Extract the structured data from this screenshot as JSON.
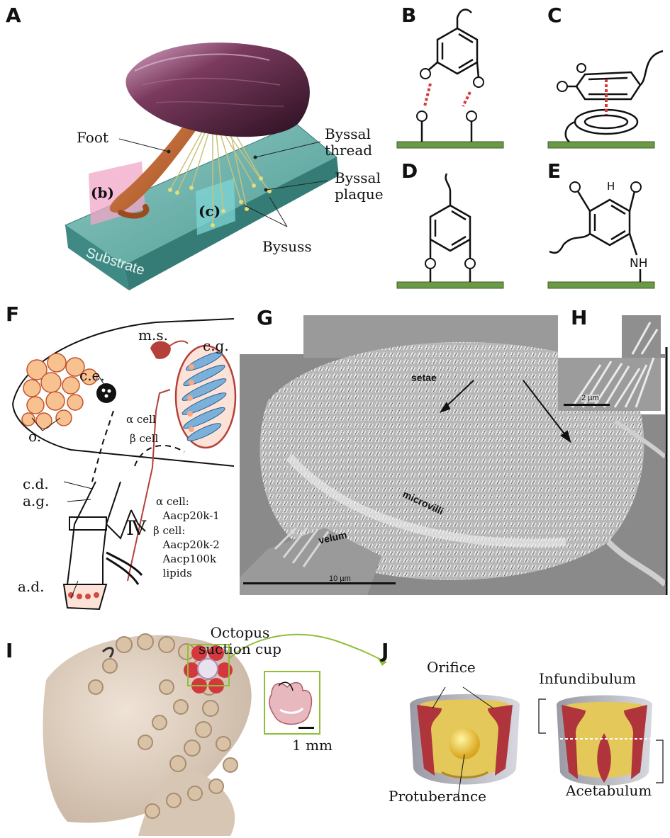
{
  "panels": {
    "a": "A",
    "b": "B",
    "c": "C",
    "d": "D",
    "e": "E",
    "f": "F",
    "g": "G",
    "h": "H",
    "i": "I",
    "j": "J"
  },
  "panel_a": {
    "foot": "Foot",
    "byssal_thread_1": "Byssal",
    "byssal_thread_2": "thread",
    "byssal_plaque_1": "Byssal",
    "byssal_plaque_2": "plaque",
    "bysuss": "Bysuss",
    "substrate": "Substrate",
    "plane_b": "(b)",
    "plane_c": "(c)"
  },
  "chem": {
    "h": "H",
    "nh": "NH"
  },
  "panel_f": {
    "o": "o.",
    "ce": "c.e.",
    "ms": "m.s.",
    "cg": "c.g.",
    "alpha_cell": "α cell",
    "beta_cell": "β cell",
    "cd": "c.d.",
    "ag": "a.g.",
    "ad": "a.d.",
    "iv": "Ⅳ",
    "alpha_header": "α cell:",
    "aacp20k1": "Aacp20k-1",
    "beta_header": "β cell:",
    "aacp20k2": "Aacp20k-2",
    "aacp100k": "Aacp100k",
    "lipids": "lipids"
  },
  "panel_g": {
    "setae": "setae",
    "microvilli": "microvilli",
    "velum": "velum",
    "scale": "10 µm"
  },
  "panel_h": {
    "scale": "2 µm"
  },
  "panel_i": {
    "title_1": "Octopus",
    "title_2": "suction cup",
    "scale": "1 mm"
  },
  "panel_j": {
    "orifice": "Orifice",
    "protuberance": "Protuberance",
    "infundibulum": "Infundibulum",
    "acetabulum": "Acetabulum"
  },
  "colors": {
    "substrate_teal": "#4e9a93",
    "surface_green": "#6a9a45",
    "bond_red": "#d43a3a",
    "gland_red": "#b5403a",
    "arrow_green": "#8fbf3a"
  }
}
